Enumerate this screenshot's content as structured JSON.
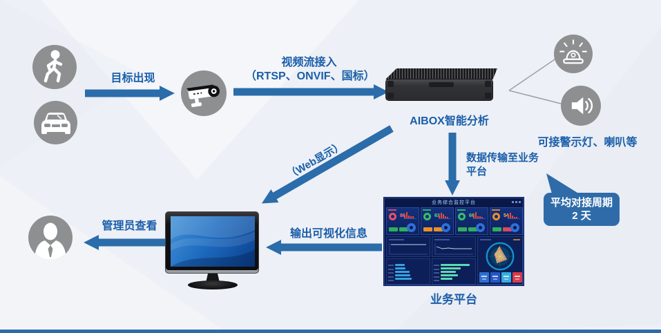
{
  "colors": {
    "arrow_blue": "#2b6caa",
    "label_blue": "#1a5ea9",
    "icon_gray": "#8d8f91",
    "callout_bg": "#2e6ba8"
  },
  "labels": {
    "target_appear": "目标出现",
    "video_stream_1": "视频流接入",
    "video_stream_2": "（RTSP、ONVIF、国标）",
    "aibox": "AIBOX智能分析",
    "alarm_note": "可接警示灯、喇叭等",
    "data_transfer_1": "数据传输至业务",
    "data_transfer_2": "平台",
    "web_display": "（Web显示）",
    "platform": "业务平台",
    "visual_output": "输出可视化信息",
    "admin_view": "管理员查看"
  },
  "callout": {
    "line1": "平均对接周期",
    "line2": "2 天"
  },
  "dashboard": {
    "title": "业务综合监控平台",
    "kpi": [
      {
        "gauge": "#e8506a",
        "value": "86",
        "value_color": "#ff7b8a",
        "buttons": [
          "#2fae5e",
          "#2fae5e"
        ],
        "bars": [
          5,
          9,
          4,
          3,
          3
        ]
      },
      {
        "gauge": "#35c06a",
        "value": "63",
        "value_color": "#57e08a",
        "buttons": [
          "#e8902a",
          "#e8902a"
        ],
        "bars": [
          4,
          8,
          6,
          3,
          2
        ]
      },
      {
        "gauge": "#35c06a",
        "value": "66",
        "value_color": "#57e08a",
        "buttons": [
          "#2fae5e",
          "#2fae5e"
        ],
        "bars": [
          6,
          9,
          3,
          3,
          2
        ]
      },
      {
        "gauge": "#e8902a",
        "value": "54",
        "value_color": "#ffb357",
        "buttons": [
          "#2fae5e",
          "#d84a5f"
        ],
        "bars": [
          5,
          8,
          4,
          2,
          2
        ]
      }
    ],
    "line_left": [
      6,
      6,
      6,
      6,
      6,
      6,
      6
    ],
    "line_right": [
      9,
      12,
      11,
      12,
      12,
      12,
      12
    ],
    "bars_left": [
      30,
      33,
      46,
      48,
      52
    ],
    "bars_right": [
      92,
      62,
      48,
      55,
      38
    ],
    "bar_color_left": "#35a3e0",
    "bar_color_right": "#5fd8b5",
    "radar_buttons": [
      "#2e6fd0",
      "#2456c8",
      "#35aee0",
      "#d83a4a"
    ]
  }
}
